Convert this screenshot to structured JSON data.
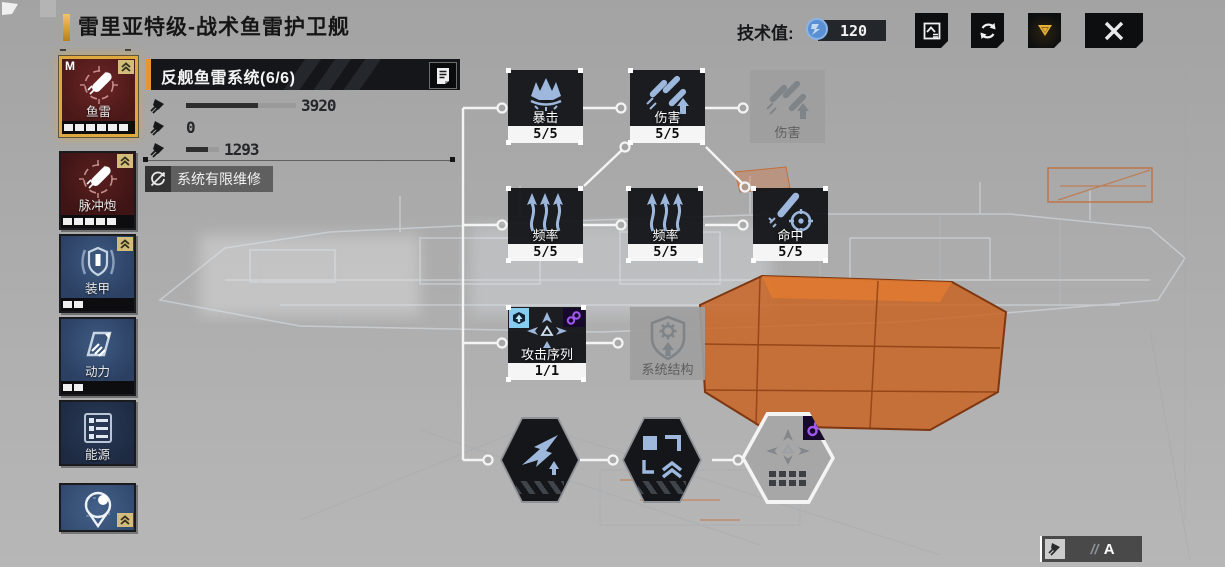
{
  "header": {
    "title": "雷里亚特级-战术鱼雷护卫舰",
    "tech_label": "技术值:",
    "tech_value": "120"
  },
  "sidebar": {
    "items": [
      {
        "label": "鱼雷",
        "marker": "M",
        "pips": 6
      },
      {
        "label": "脉冲炮",
        "pips": 5
      },
      {
        "label": "装甲",
        "pips": 2
      },
      {
        "label": "动力",
        "pips": 2
      },
      {
        "label": "能源",
        "pips": 0
      },
      {
        "label": "",
        "pips": 0
      }
    ]
  },
  "panel": {
    "title": "反舰鱼雷系统(6/6)",
    "stats": [
      {
        "value": "3920"
      },
      {
        "value": "0"
      },
      {
        "value": "1293"
      }
    ],
    "repair_note": "系统有限维修"
  },
  "tree": {
    "nodes": [
      {
        "label": "暴击",
        "level": "5/5",
        "icon": "crit-icon",
        "state": "maxed"
      },
      {
        "label": "伤害",
        "level": "5/5",
        "icon": "damage-icon",
        "state": "maxed"
      },
      {
        "label": "伤害",
        "level": "",
        "icon": "damage-icon",
        "state": "locked"
      },
      {
        "label": "频率",
        "level": "5/5",
        "icon": "frequency-icon",
        "state": "maxed"
      },
      {
        "label": "频率",
        "level": "5/5",
        "icon": "frequency-icon",
        "state": "maxed"
      },
      {
        "label": "命中",
        "level": "5/5",
        "icon": "accuracy-icon",
        "state": "maxed"
      },
      {
        "label": "攻击序列",
        "level": "1/1",
        "icon": "attack-sequence-icon",
        "state": "maxed"
      },
      {
        "label": "系统结构",
        "level": "",
        "icon": "system-structure-icon",
        "state": "locked"
      },
      {
        "label": "",
        "level": "",
        "icon": "strike-arrow-icon",
        "state": "unlocked"
      },
      {
        "label": "",
        "level": "",
        "icon": "formation-icon",
        "state": "unlocked"
      },
      {
        "label": "",
        "level": "",
        "icon": "spread-arrows-icon",
        "state": "locked"
      }
    ]
  },
  "footer": {
    "slashes": "//",
    "mode": "A"
  },
  "colors": {
    "accent_gold": "#dfa93e",
    "accent_orange": "#e8952f",
    "node_blue": "#9db8dc",
    "link_purple": "#a159ef",
    "badge_cyan": "#86cdf0",
    "coin_blue": "#5b8fd4",
    "hull_orange": "#c9601f"
  }
}
